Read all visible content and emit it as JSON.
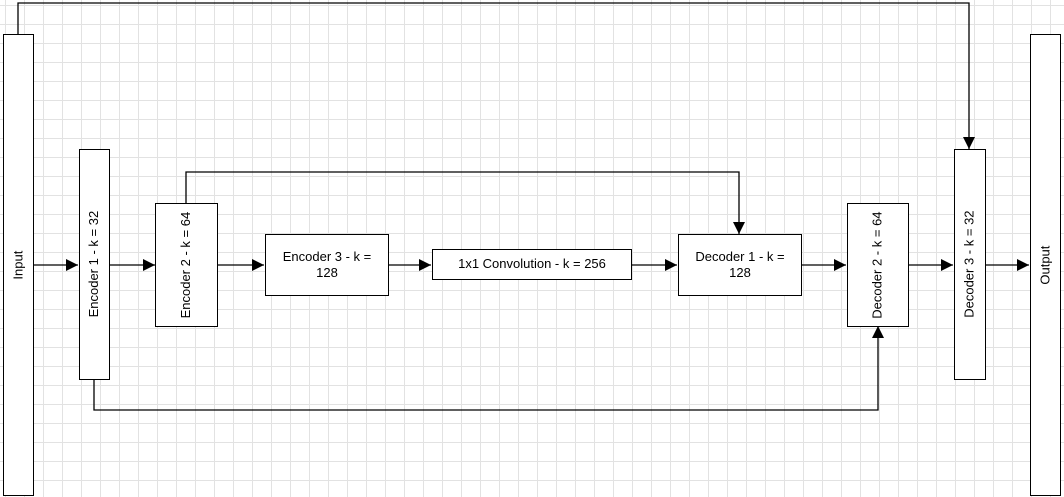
{
  "diagram": {
    "nodes": {
      "input": "Input",
      "encoder1": "Encoder 1 - k = 32",
      "encoder2": "Encoder 2 - k = 64",
      "encoder3": "Encoder 3 - k = 128",
      "conv": "1x1 Convolution - k = 256",
      "decoder1": "Decoder 1 - k = 128",
      "decoder2": "Decoder 2 - k = 64",
      "decoder3": "Decoder 3 - k = 32",
      "output": "Output"
    }
  }
}
